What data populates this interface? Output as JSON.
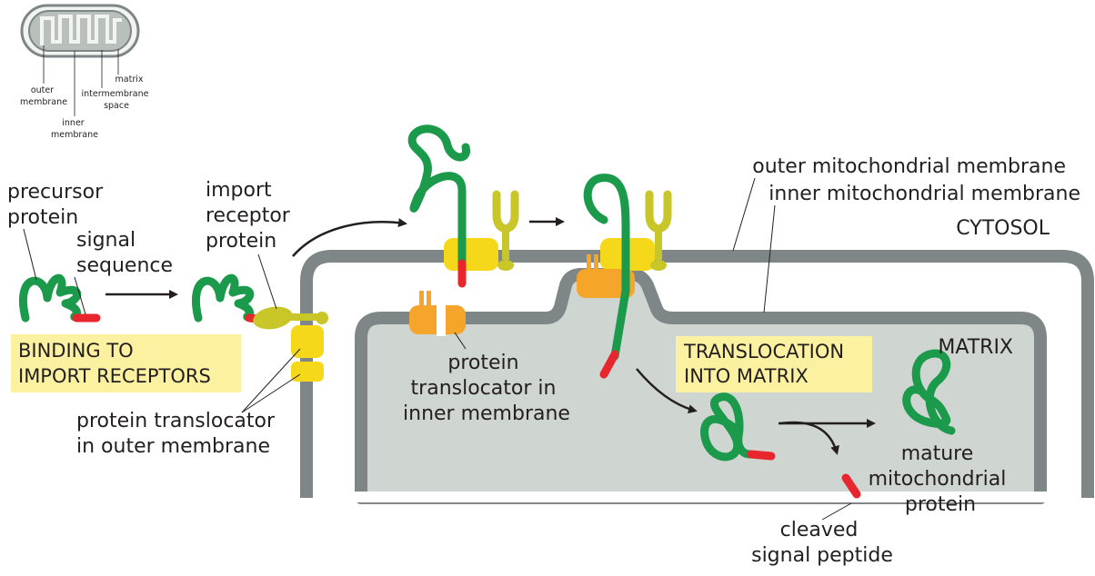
{
  "inset": {
    "outer_membrane": [
      "outer",
      "membrane"
    ],
    "inner_membrane": [
      "inner",
      "membrane"
    ],
    "intermembrane_space": [
      "intermembrane",
      "space"
    ],
    "matrix": "matrix"
  },
  "labels": {
    "precursor_protein": [
      "precursor",
      "protein"
    ],
    "signal_sequence": [
      "signal",
      "sequence"
    ],
    "import_receptor_protein": [
      "import",
      "receptor",
      "protein"
    ],
    "protein_translocator_outer": [
      "protein translocator",
      "in outer membrane"
    ],
    "protein_translocator_inner": [
      "protein",
      "translocator in",
      "inner membrane"
    ],
    "outer_mitochondrial_membrane": "outer mitochondrial membrane",
    "inner_mitochondrial_membrane": "inner mitochondrial membrane",
    "cytosol": "CYTOSOL",
    "matrix": "MATRIX",
    "mature_protein": [
      "mature",
      "mitochondrial",
      "protein"
    ],
    "cleaved_signal_peptide": [
      "cleaved",
      "signal peptide"
    ]
  },
  "steps": {
    "binding": [
      "BINDING TO",
      "IMPORT RECEPTORS"
    ],
    "translocation": [
      "TRANSLOCATION",
      "INTO MATRIX"
    ]
  },
  "colors": {
    "protein": "#1a9a4a",
    "signal": "#e8262d",
    "membrane": "#7f8687",
    "matrix_fill": "#cfd5d0",
    "outer_translocator": "#f6d81a",
    "receptor": "#c9c62a",
    "inner_translocator": "#f4a52a",
    "step_box": "#fbf1a0"
  }
}
